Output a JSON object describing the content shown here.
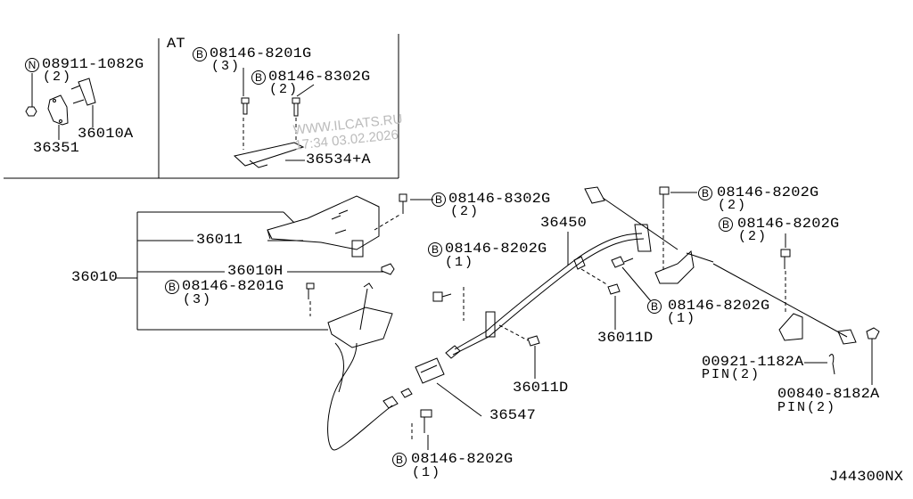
{
  "diagram": {
    "code": "J44300NX",
    "watermark": {
      "site": "WWW.ILCATS.RU",
      "timestamp": "17:34 03.02.2026"
    },
    "inset_at_label": "AT",
    "symbols": {
      "bolt": "B",
      "nut": "N"
    },
    "parts": [
      {
        "id": "p1",
        "number": "08911-1082G",
        "symbol": "N",
        "qty": "(2)"
      },
      {
        "id": "p2",
        "number": "36010A"
      },
      {
        "id": "p3",
        "number": "36351"
      },
      {
        "id": "p4",
        "number": "08146-8201G",
        "symbol": "B",
        "qty": "(3)"
      },
      {
        "id": "p5",
        "number": "08146-8302G",
        "symbol": "B",
        "qty": "(2)"
      },
      {
        "id": "p6",
        "number": "36534+A"
      },
      {
        "id": "p7",
        "number": "08146-8302G",
        "symbol": "B",
        "qty": "(2)"
      },
      {
        "id": "p8",
        "number": "36450"
      },
      {
        "id": "p9",
        "number": "36011"
      },
      {
        "id": "p10",
        "number": "08146-8202G",
        "symbol": "B",
        "qty": "(1)"
      },
      {
        "id": "p11",
        "number": "36010H"
      },
      {
        "id": "p12",
        "number": "36010"
      },
      {
        "id": "p13",
        "number": "08146-8201G",
        "symbol": "B",
        "qty": "(3)"
      },
      {
        "id": "p14",
        "number": "08146-8202G",
        "symbol": "B",
        "qty": "(2)"
      },
      {
        "id": "p15",
        "number": "08146-8202G",
        "symbol": "B",
        "qty": "(2)"
      },
      {
        "id": "p16",
        "number": "08146-8202G",
        "symbol": "B",
        "qty": "(1)"
      },
      {
        "id": "p17",
        "number": "36011D"
      },
      {
        "id": "p18",
        "number": "36011D"
      },
      {
        "id": "p19",
        "number": "00921-1182A",
        "qty": "PIN(2)"
      },
      {
        "id": "p20",
        "number": "00840-8182A",
        "qty": "PIN(2)"
      },
      {
        "id": "p21",
        "number": "36547"
      },
      {
        "id": "p22",
        "number": "08146-8202G",
        "symbol": "B",
        "qty": "(1)"
      }
    ]
  }
}
